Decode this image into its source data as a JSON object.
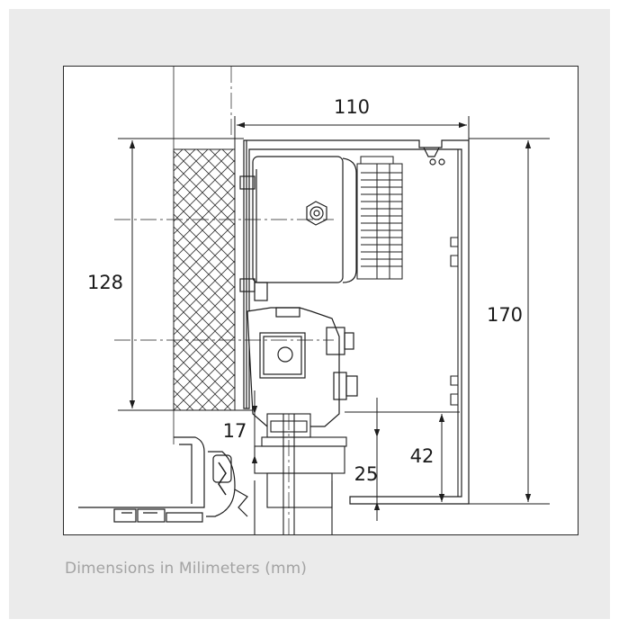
{
  "diagram": {
    "dimensions": {
      "width_top": "110",
      "height_left": "128",
      "height_right": "170",
      "offset_small": "17",
      "offset_bottom": "25",
      "offset_right": "42"
    },
    "caption": "Dimensions in Milimeters (mm)",
    "colors": {
      "panel_background": "#ebebeb",
      "drawing_background": "#ffffff",
      "line": "#1e1e1e",
      "caption_text": "#a3a3a3"
    }
  }
}
